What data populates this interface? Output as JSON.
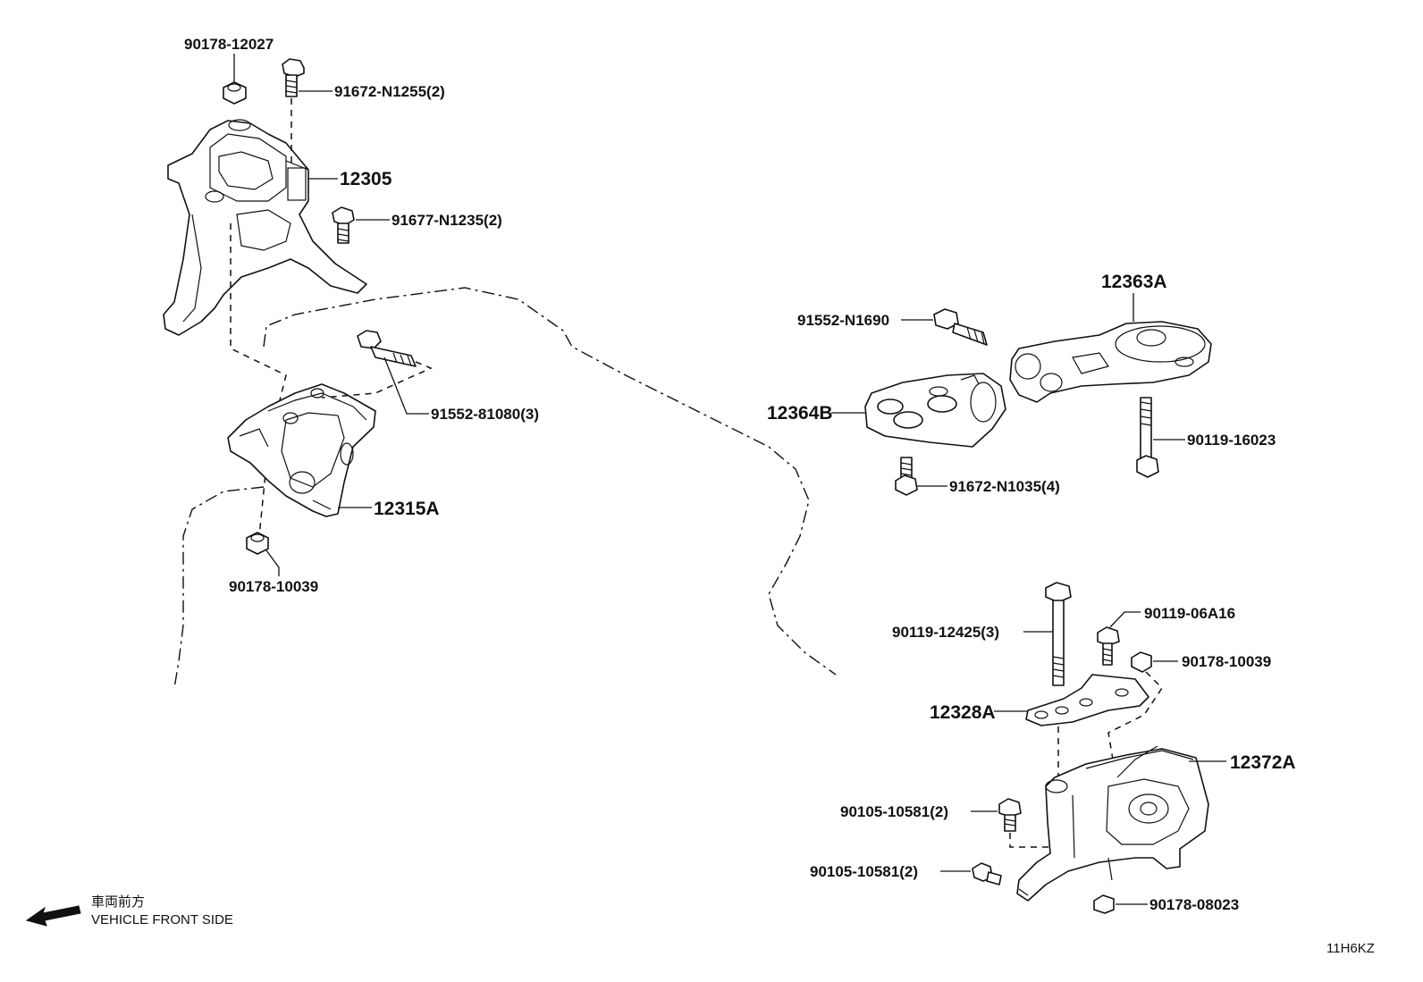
{
  "parts": [
    {
      "id": "p1",
      "label": "90178-12027"
    },
    {
      "id": "p2",
      "label": "91672-N1255(2)"
    },
    {
      "id": "p3",
      "label": "12305"
    },
    {
      "id": "p4",
      "label": "91677-N1235(2)"
    },
    {
      "id": "p5",
      "label": "91552-81080(3)"
    },
    {
      "id": "p6",
      "label": "12315A"
    },
    {
      "id": "p7",
      "label": "90178-10039"
    },
    {
      "id": "p8",
      "label": "91552-N1690"
    },
    {
      "id": "p9",
      "label": "12363A"
    },
    {
      "id": "p10",
      "label": "12364B"
    },
    {
      "id": "p11",
      "label": "90119-16023"
    },
    {
      "id": "p12",
      "label": "91672-N1035(4)"
    },
    {
      "id": "p13",
      "label": "90119-12425(3)"
    },
    {
      "id": "p14",
      "label": "90119-06A16"
    },
    {
      "id": "p15",
      "label": "90178-10039"
    },
    {
      "id": "p16",
      "label": "12328A"
    },
    {
      "id": "p17",
      "label": "12372A"
    },
    {
      "id": "p18",
      "label": "90105-10581(2)"
    },
    {
      "id": "p19",
      "label": "90105-10581(2)"
    },
    {
      "id": "p20",
      "label": "90178-08023"
    }
  ],
  "direction": {
    "label_jp": "車両前方",
    "label_en": "VEHICLE FRONT SIDE"
  },
  "figure_code": "11H6KZ"
}
